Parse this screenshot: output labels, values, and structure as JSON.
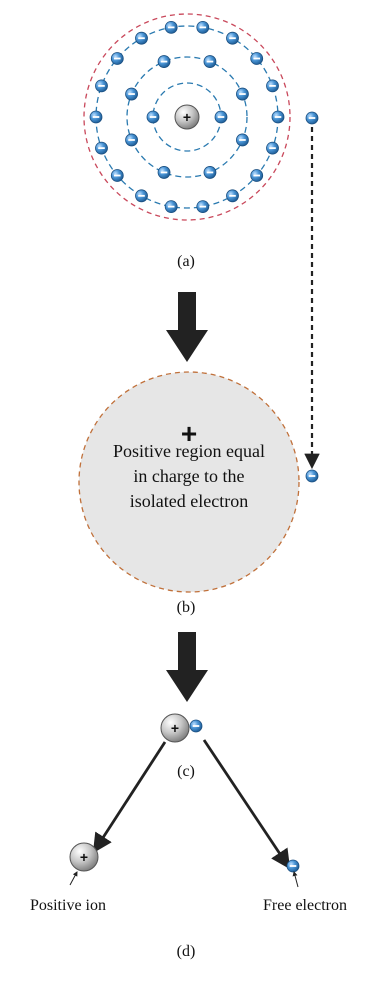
{
  "panels": {
    "a": {
      "caption": "(a)"
    },
    "b": {
      "caption": "(b)",
      "center_symbol": "+",
      "label_lines": [
        "Positive region equal",
        "in charge to the",
        "isolated electron"
      ]
    },
    "c": {
      "caption": "(c)"
    },
    "d": {
      "caption": "(d)",
      "positive_ion_label": "Positive ion",
      "free_electron_label": "Free electron"
    }
  },
  "symbols": {
    "positive": "+",
    "negative": "−"
  },
  "atom": {
    "shell_electron_counts": [
      2,
      8,
      18,
      1
    ]
  },
  "colors": {
    "electron_fill": "#3d86c9",
    "shell_stroke": "#2a7ab0",
    "outer_boundary": "#c9485b",
    "region_fill": "#e6e6e6",
    "region_stroke": "#c0703a",
    "arrow": "#222222",
    "nucleus_fill": "#bdbdbd"
  }
}
